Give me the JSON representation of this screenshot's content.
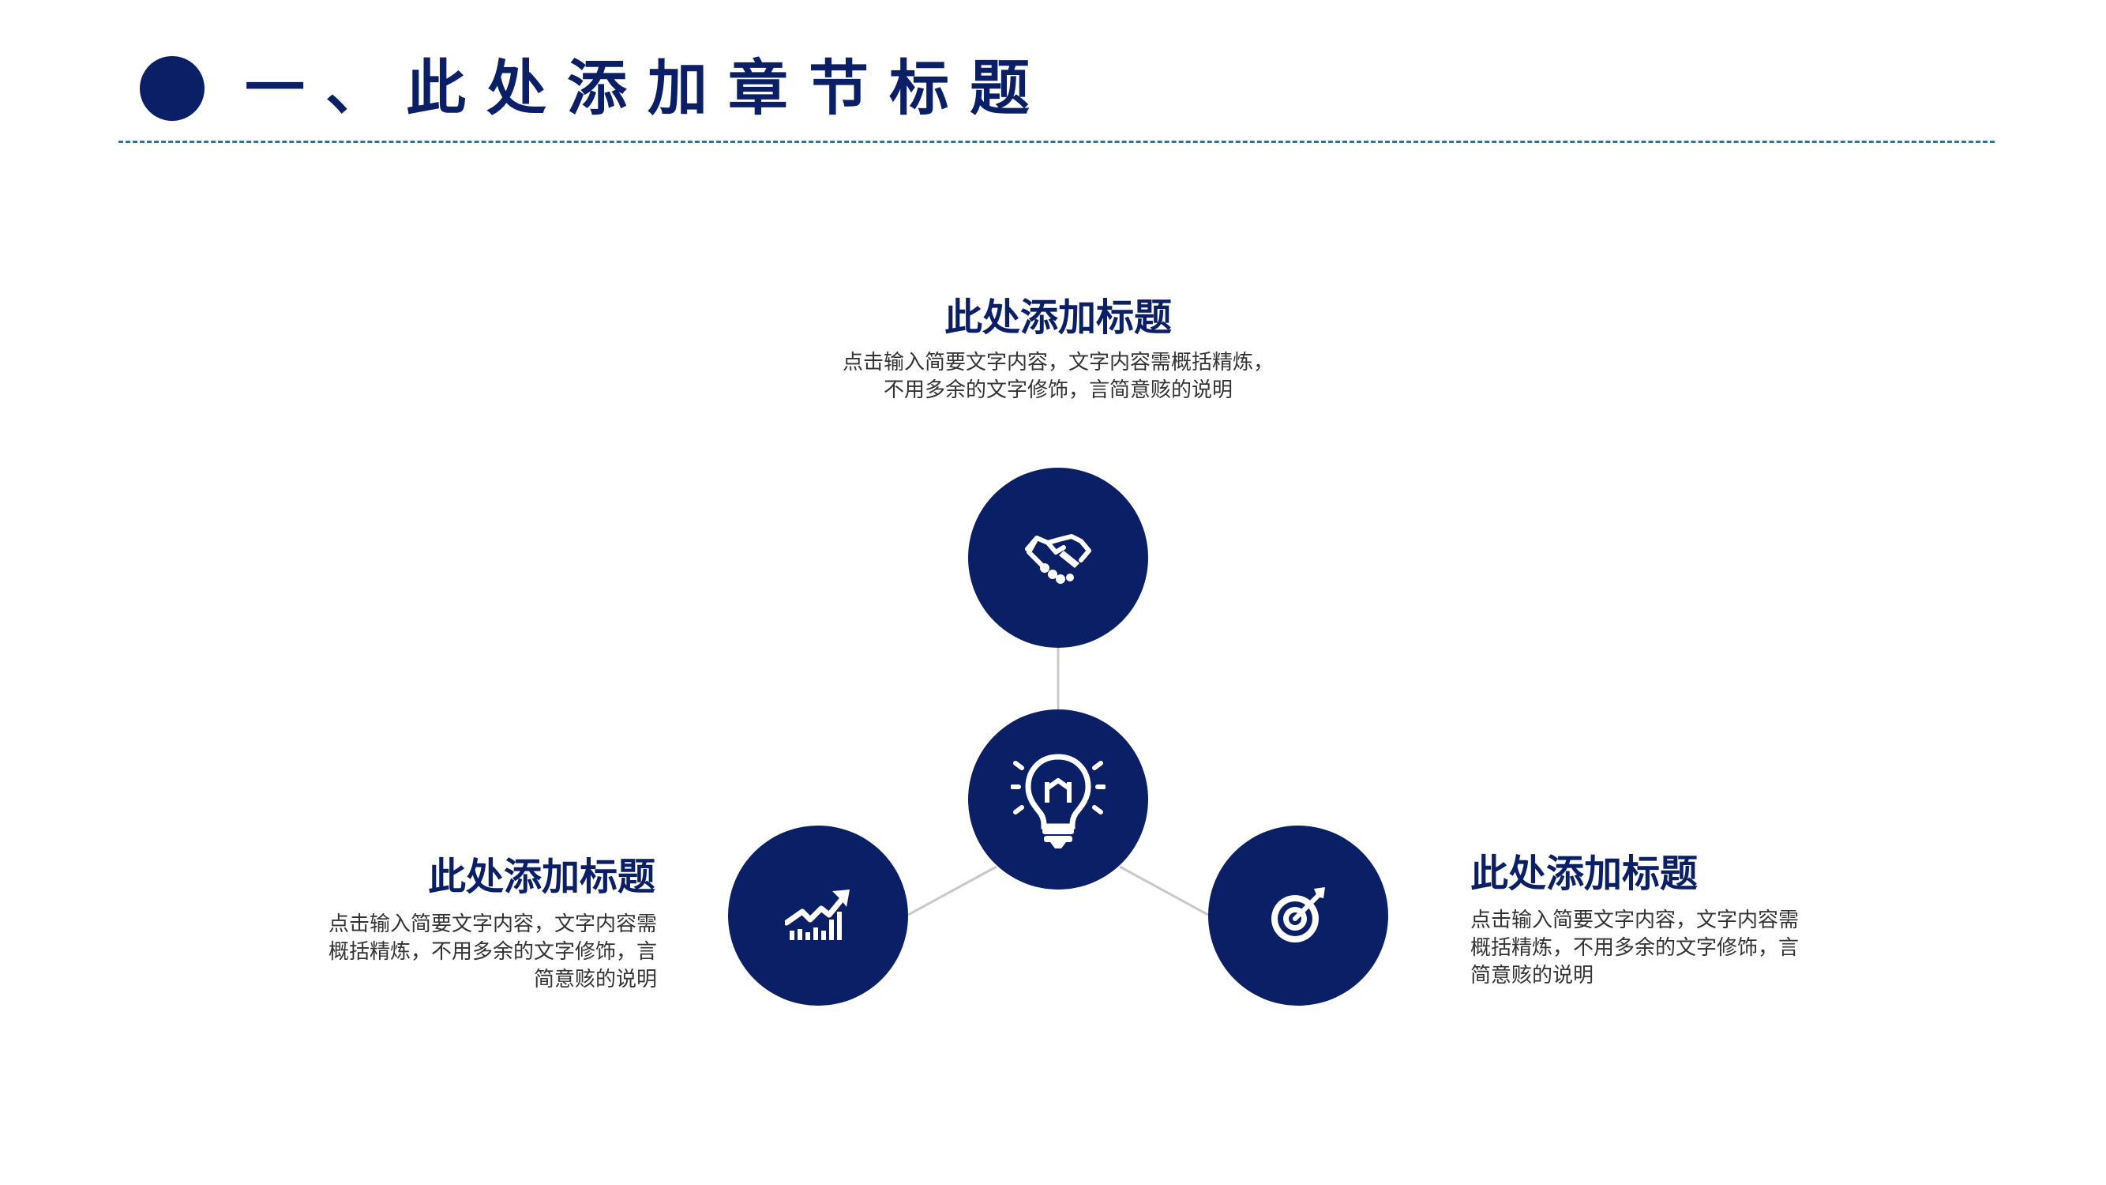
{
  "header": {
    "title": "一、此处添加章节标题"
  },
  "colors": {
    "primary": "#0b1f66",
    "divider": "#3b6f95",
    "connector": "#c8c8c8",
    "body_text": "#333333",
    "icon": "#ffffff"
  },
  "center_node": {
    "icon": "lightbulb-icon"
  },
  "items": [
    {
      "position": "top",
      "icon": "handshake-icon",
      "title": "此处添加标题",
      "description": "点击输入简要文字内容，文字内容需概括精炼，\n不用多余的文字修饰，言简意赅的说明"
    },
    {
      "position": "bottom-left",
      "icon": "growth-chart-icon",
      "title": "此处添加标题",
      "description": "点击输入简要文字内容，文字内容需\n概括精炼，不用多余的文字修饰，言\n简意赅的说明"
    },
    {
      "position": "bottom-right",
      "icon": "target-icon",
      "title": "此处添加标题",
      "description": "点击输入简要文字内容，文字内容需\n概括精炼，不用多余的文字修饰，言\n简意赅的说明"
    }
  ]
}
